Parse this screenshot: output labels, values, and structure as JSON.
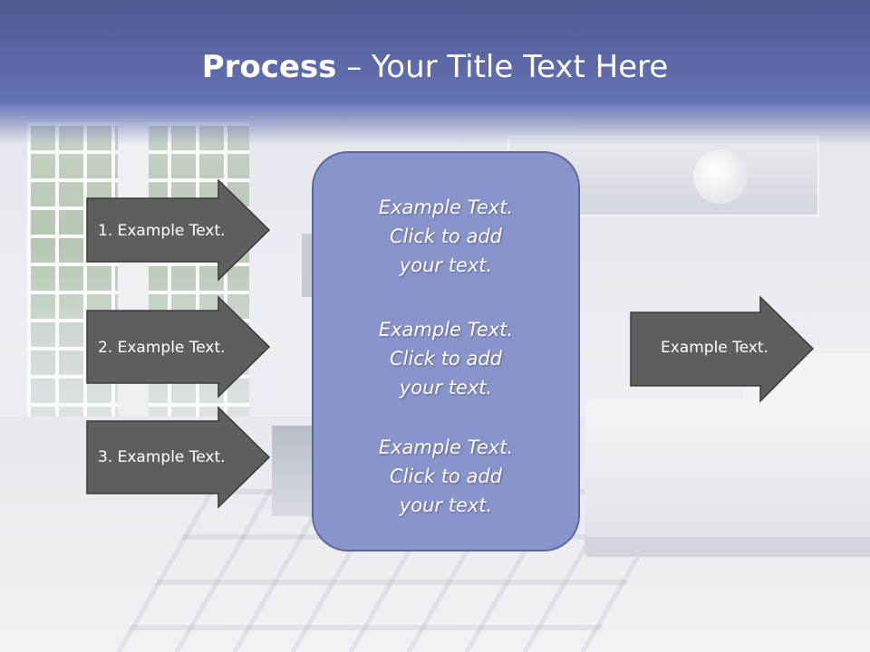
{
  "slide": {
    "title_bold": "Process",
    "title_rest": " – Your Title Text Here"
  },
  "left_arrows": [
    {
      "label": "1. Example Text."
    },
    {
      "label": "2. Example Text."
    },
    {
      "label": "3. Example Text."
    }
  ],
  "center_box": {
    "blocks": [
      {
        "line1": "Example Text.",
        "line2": "Click  to add",
        "line3": "your text."
      },
      {
        "line1": "Example Text.",
        "line2": "Click  to add",
        "line3": "your text."
      },
      {
        "line1": "Example Text.",
        "line2": "Click  to add",
        "line3": "your text."
      }
    ]
  },
  "right_arrow": {
    "label": "Example Text."
  },
  "colors": {
    "title_band": "#5a66a8",
    "arrow_fill": "#5e5e5e",
    "center_box_fill": "#8a94cc"
  }
}
